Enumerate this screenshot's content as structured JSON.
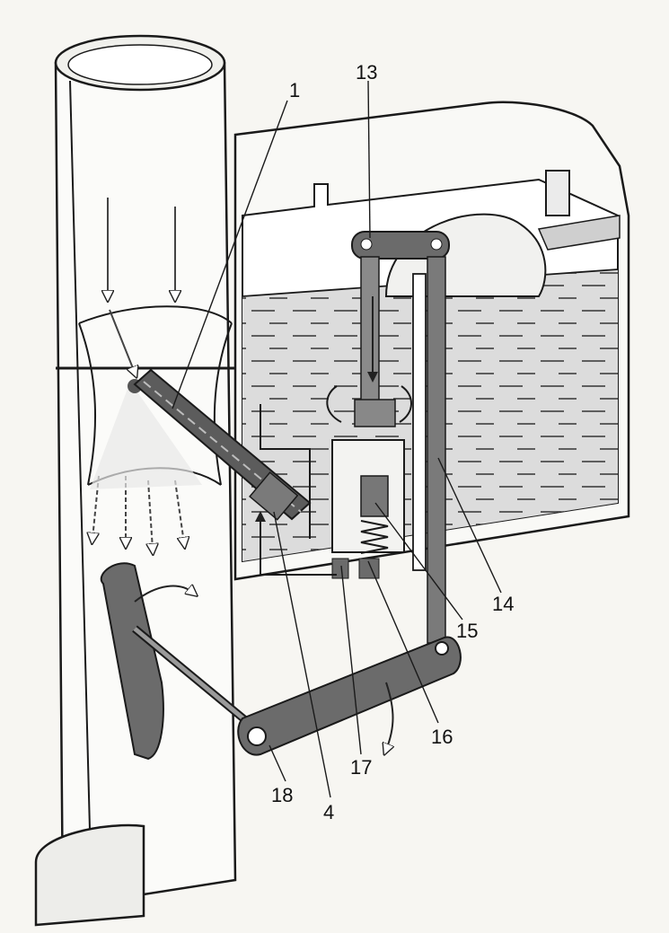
{
  "diagram": {
    "callouts": {
      "c1": "1",
      "c13": "13",
      "c14": "14",
      "c15": "15",
      "c16": "16",
      "c17": "17",
      "c18": "18",
      "c4": "4"
    }
  },
  "colors": {
    "ink": "#1a1a1a",
    "paper": "#f7f6f2",
    "metal_dark": "#6b6b6b",
    "metal_mid": "#9a9a9a",
    "fuel": "#d9d9d9"
  }
}
